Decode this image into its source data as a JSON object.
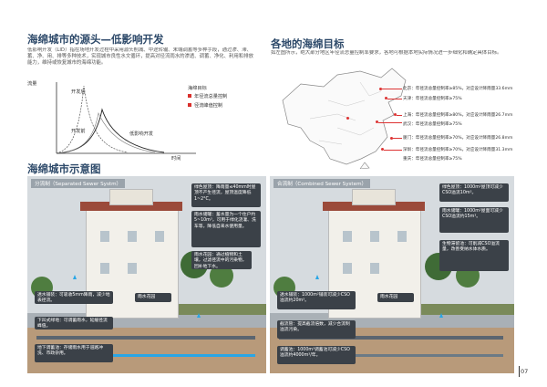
{
  "low_impact": {
    "title": "海绵城市的源头—低影响开发",
    "body": "低影响开发（LID）指在场地开发过程中采用源头削减、中途转输、末端调蓄等多种手段，通过渗、滞、蓄、净、用、排等多种技术，实现城市良性水文循环，提高对径流雨水的渗透、调蓄、净化、利用和排放能力，维持或恢复城市的海绵功能。"
  },
  "hydrograph": {
    "y_label": "流量",
    "x_label": "时间",
    "curve_labels": [
      "开发后",
      "开发前",
      "低影响开发"
    ],
    "legend_title": "海绵目标",
    "legend_items": [
      {
        "label": "年径流总量控制",
        "color": "#d9302c"
      },
      {
        "label": "径流峰值控制",
        "color": "#d9302c"
      }
    ]
  },
  "targets": {
    "title": "各地的海绵目标",
    "body": "如左图所示，绝大部分地区年径流总量控制率要求，各地可根据本地实际情况进一步细化和确定具体目标。",
    "callouts": [
      "北京：年径流总量控制率≥85%，对应设计降雨量33.6mm",
      "天津：年径流总量控制率≥75%",
      "上海：年径流总量控制率≥80%，对应设计降雨量26.7mm",
      "武汉：年径流总量控制率≥75%",
      "厦门：年径流总量控制率≥70%，对应设计降雨量26.8mm",
      "深圳：年径流总量控制率≥70%，对应设计降雨量31.3mm",
      "重庆：年径流总量控制率≥75%"
    ]
  },
  "diagram": {
    "title": "海绵城市示意图",
    "left": {
      "header": "分流制（Separated Sewer Systm）",
      "bubbles": [
        "绿色屋顶：降雨量≤40mm时屋顶不产生径流，屋顶温度降低1~2°C。",
        "雨水储罐：蓄水量为一个住户约5~10m³，可用于绿化浇灌、洗车等，降低自来水使用量。",
        "雨水花园：通过植物和土壤，过滤径流中的污染物，回补地下水。",
        "透水铺装：可吸收5mm降雨，减少地表径流。",
        "下凹式绿地：可调蓄雨水，延缓径流峰值。",
        "地下调蓄池：存储雨水用于道路冲洗、市政杂用。"
      ],
      "tag": "雨水花园"
    },
    "right": {
      "header": "合流制（Combined Sewer System）",
      "bubbles": [
        "绿色屋顶：1000m²屋顶可减少CSO溢流10m³。",
        "雨水储罐：1000m²屋面可减少CSO溢流约15m³。",
        "生物滞留池：可削减CSO溢流量，改善受纳水体水质。",
        "透水铺装：1000m²铺装可减少CSO溢流约20m³。",
        "截流管：提高截流倍数，减少合流制溢流污染。",
        "调蓄池：1000m³调蓄池可减少CSO溢流约4000m³/年。"
      ],
      "tag": "雨水花园"
    }
  },
  "page_number": "07",
  "colors": {
    "title": "#2e4a6a",
    "accent_red": "#d9302c",
    "water_blue": "#29a6e6",
    "bubble_bg": "#3b4148"
  }
}
